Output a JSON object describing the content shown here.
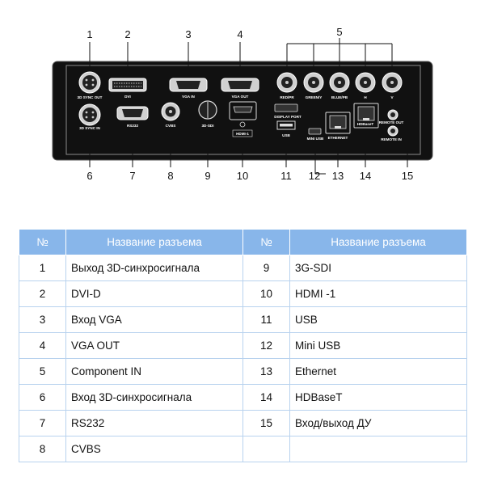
{
  "diagram": {
    "callouts": [
      "1",
      "2",
      "3",
      "4",
      "5",
      "6",
      "7",
      "8",
      "9",
      "10",
      "11",
      "12",
      "13",
      "14",
      "15"
    ],
    "port_labels": {
      "sync_out": "3D SYNC OUT",
      "dvi": "DVI",
      "vga_in": "VGA IN",
      "vga_out": "VGA OUT",
      "red": "RED/PR",
      "green": "GREEN/Y",
      "blue": "BLUE/PB",
      "h": "H",
      "v": "V",
      "sync_in": "3D SYNC IN",
      "rs232": "RS232",
      "cvbs": "CVBS",
      "sdi": "3D-SDI",
      "hdmi": "HDMI-1",
      "displayport": "DISPLAY PORT",
      "usb": "USB",
      "mini_usb": "MINI USB",
      "ethernet": "ETHERNET",
      "hdbaset": "HDBaseT",
      "remote_out": "REMOTE OUT",
      "remote_in": "REMOTE IN"
    }
  },
  "table": {
    "headers": [
      "№",
      "Название разъема",
      "№",
      "Название разъема"
    ],
    "rows": [
      [
        "1",
        "Выход 3D-синхросигнала",
        "9",
        "3G-SDI"
      ],
      [
        "2",
        "DVI-D",
        "10",
        "HDMI -1"
      ],
      [
        "3",
        "Вход VGA",
        "11",
        "USB"
      ],
      [
        "4",
        "VGA OUT",
        "12",
        "Mini USB"
      ],
      [
        "5",
        "Component IN",
        "13",
        "Ethernet"
      ],
      [
        "6",
        "Вход 3D-синхросигнала",
        "14",
        "HDBaseT"
      ],
      [
        "7",
        "RS232",
        "15",
        "Вход/выход ДУ"
      ],
      [
        "8",
        "CVBS",
        "",
        ""
      ]
    ]
  },
  "colors": {
    "panel": "#111111",
    "header_bg": "#88b6ea",
    "grid": "#b8d2ee"
  }
}
